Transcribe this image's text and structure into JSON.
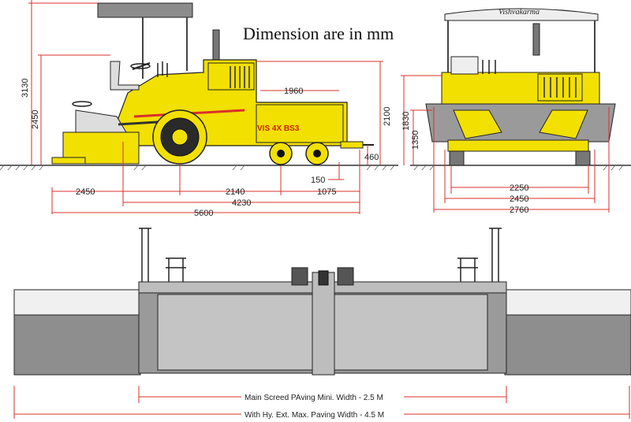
{
  "title": "Dimension are in mm",
  "machine": {
    "model_label": "VIS 4X BS3",
    "brand": "Vishvakarma"
  },
  "side_view": {
    "height_overall": "3130",
    "height_operator": "2450",
    "height_hopper": "2100",
    "hopper_length": "1960",
    "front_height": "460",
    "ground_clearance": "150",
    "screed_overhang": "2450",
    "wheel_base": "2140",
    "front_overhang": "1075",
    "body_length": "4230",
    "overall_length": "5600"
  },
  "front_view": {
    "height_1": "1830",
    "height_2": "1350",
    "width_1": "2250",
    "width_2": "2450",
    "width_3": "2760"
  },
  "screed_view": {
    "main_width_label": "Main Screed PAving Mini. Width - 2.5 M",
    "max_width_label": "With Hy. Ext. Max. Paving Width - 4.5 M"
  },
  "colors": {
    "body": "#f2e000",
    "dimension_line": "#d9302a",
    "screed_grey": "#9a9a9a",
    "outline": "#222222"
  }
}
